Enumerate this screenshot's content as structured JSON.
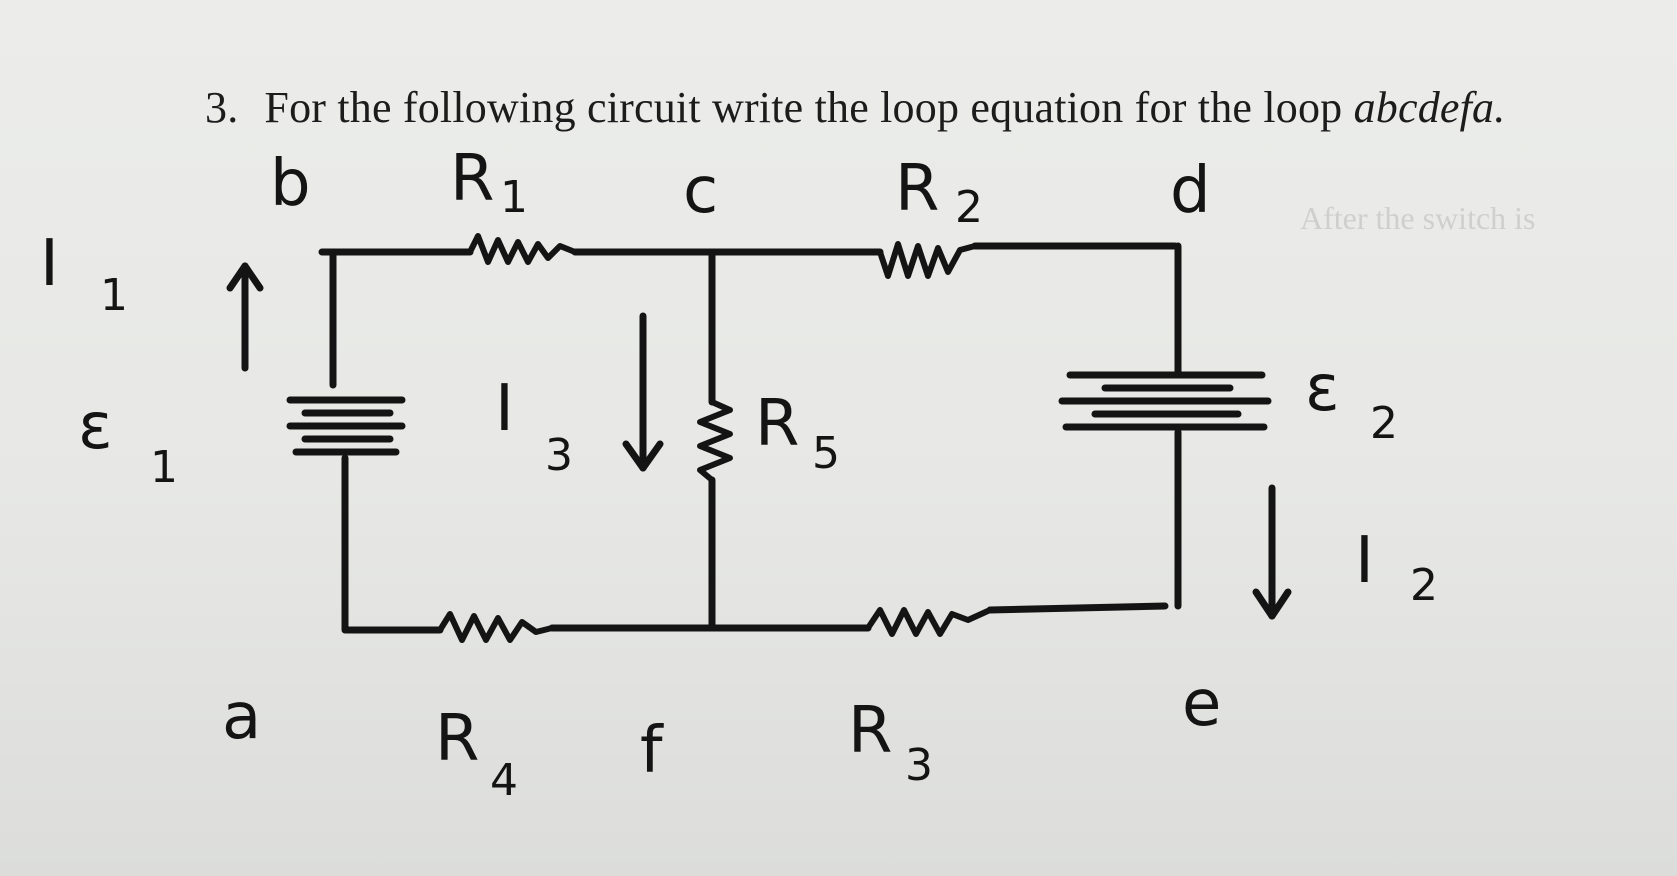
{
  "question": {
    "number": "3.",
    "text": "For the following circuit write the loop equation for the loop",
    "loop": "abcdefa."
  },
  "nodes": {
    "a": "a",
    "b": "b",
    "c": "c",
    "d": "d",
    "e": "e",
    "f": "f"
  },
  "resistors": {
    "r1": {
      "main": "R",
      "sub": "1"
    },
    "r2": {
      "main": "R",
      "sub": "2"
    },
    "r3": {
      "main": "R",
      "sub": "3"
    },
    "r4": {
      "main": "R",
      "sub": "4"
    },
    "r5": {
      "main": "R",
      "sub": "5"
    }
  },
  "emfs": {
    "e1": {
      "main": "ε",
      "sub": "1"
    },
    "e2": {
      "main": "ε",
      "sub": "2"
    }
  },
  "currents": {
    "i1": {
      "main": "I",
      "sub": "1"
    },
    "i2": {
      "main": "I",
      "sub": "2"
    },
    "i3": {
      "main": "I",
      "sub": "3"
    }
  },
  "ghost_text": "After the switch is"
}
